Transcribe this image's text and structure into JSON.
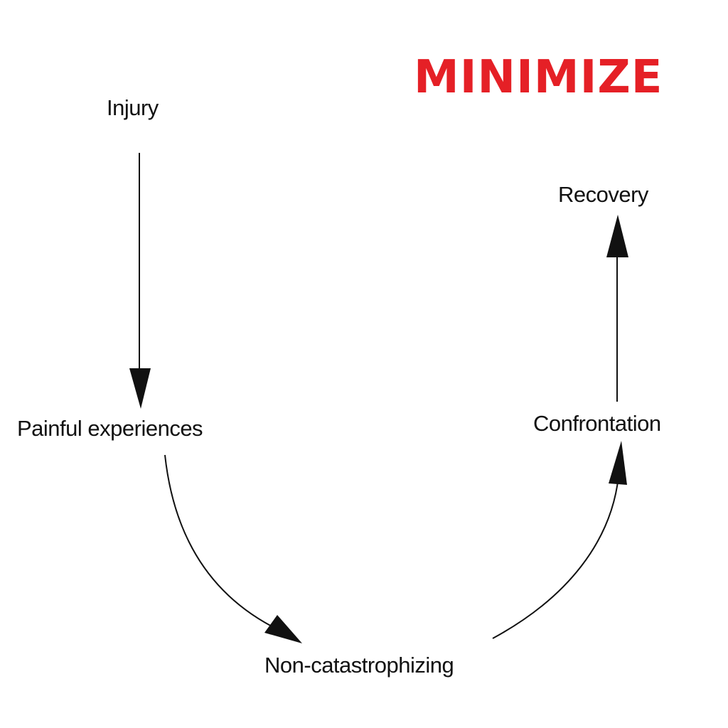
{
  "title": "MINIMIZE",
  "colors": {
    "title": "#e52026",
    "text": "#111111"
  },
  "nodes": {
    "injury": "Injury",
    "painful": "Painful experiences",
    "noncat": "Non-catastrophizing",
    "confrontation": "Confrontation",
    "recovery": "Recovery"
  }
}
